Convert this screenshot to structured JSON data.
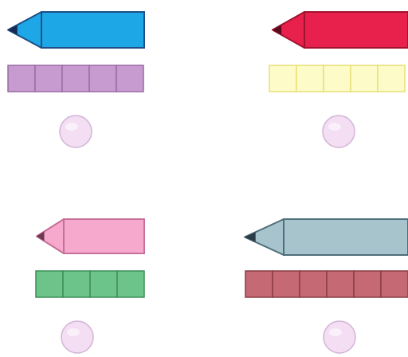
{
  "panels": [
    {
      "pencil": {
        "body_color": "#1ea7e6",
        "tip_color": "#1ea7e6",
        "lead_color": "#1a2a55",
        "outline": "#1f4f86"
      },
      "blocks": {
        "count": 5,
        "fill": "#c79ad0",
        "outline": "#9a6aa4"
      },
      "answer_circle": {
        "fill": "#f3def4",
        "outline": "#d2b4d6"
      }
    },
    {
      "pencil": {
        "body_color": "#e8204c",
        "tip_color": "#e8204c",
        "lead_color": "#5a0c1c",
        "outline": "#a1142f"
      },
      "blocks": {
        "count": 5,
        "fill": "#fdfbc8",
        "outline": "#e8e07a"
      },
      "answer_circle": {
        "fill": "#f3def4",
        "outline": "#d2b4d6"
      }
    },
    {
      "pencil": {
        "body_color": "#f7a9cd",
        "tip_color": "#f7a9cd",
        "lead_color": "#6b3a52",
        "outline": "#c66f98"
      },
      "blocks": {
        "count": 4,
        "fill": "#6cc48a",
        "outline": "#3c8f57"
      },
      "answer_circle": {
        "fill": "#f3def4",
        "outline": "#d2b4d6"
      }
    },
    {
      "pencil": {
        "body_color": "#a7c3cc",
        "tip_color": "#a7c3cc",
        "lead_color": "#2c3c46",
        "outline": "#4d6e7a"
      },
      "blocks": {
        "count": 6,
        "fill": "#c56a74",
        "outline": "#8a3c45"
      },
      "answer_circle": {
        "fill": "#f3def4",
        "outline": "#d2b4d6"
      }
    }
  ]
}
